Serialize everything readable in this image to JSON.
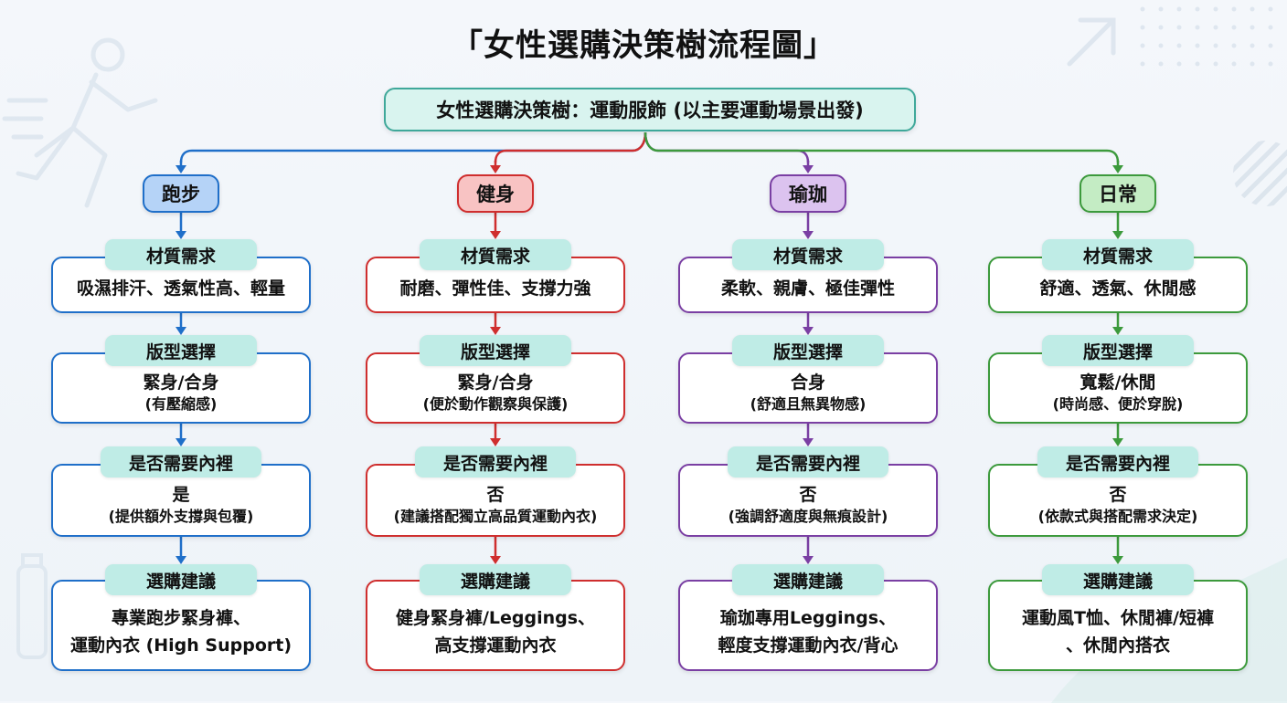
{
  "title": "「女性選購決策樹流程圖」",
  "root": "女性選購決策樹：運動服飾 (以主要運動場景出發)",
  "colors": {
    "running": "#1f6fc9",
    "fitness": "#cf2e2e",
    "yoga": "#7a3fa3",
    "daily": "#3c9a3c",
    "tag_bg": "#bfece6"
  },
  "branches": [
    {
      "name": "跑步",
      "material_label": "材質需求",
      "material": "吸濕排汗、透氣性高、輕量",
      "fit_label": "版型選擇",
      "fit": "緊身/合身",
      "fit_note": "(有壓縮感)",
      "inner_label": "是否需要內裡",
      "inner": "是",
      "inner_note": "(提供額外支撐與包覆)",
      "advice_label": "選購建議",
      "advice_line1": "專業跑步緊身褲、",
      "advice_line2": "運動內衣 (High Support)"
    },
    {
      "name": "健身",
      "material_label": "材質需求",
      "material": "耐磨、彈性佳、支撐力強",
      "fit_label": "版型選擇",
      "fit": "緊身/合身",
      "fit_note": "(便於動作觀察與保護)",
      "inner_label": "是否需要內裡",
      "inner": "否",
      "inner_note": "(建議搭配獨立高品質運動內衣)",
      "advice_label": "選購建議",
      "advice_line1": "健身緊身褲/Leggings、",
      "advice_line2": "高支撐運動內衣"
    },
    {
      "name": "瑜珈",
      "material_label": "材質需求",
      "material": "柔軟、親膚、極佳彈性",
      "fit_label": "版型選擇",
      "fit": "合身",
      "fit_note": "(舒適且無異物感)",
      "inner_label": "是否需要內裡",
      "inner": "否",
      "inner_note": "(強調舒適度與無痕設計)",
      "advice_label": "選購建議",
      "advice_line1": "瑜珈專用Leggings、",
      "advice_line2": "輕度支撐運動內衣/背心"
    },
    {
      "name": "日常",
      "material_label": "材質需求",
      "material": "舒適、透氣、休閒感",
      "fit_label": "版型選擇",
      "fit": "寬鬆/休閒",
      "fit_note": "(時尚感、便於穿脫)",
      "inner_label": "是否需要內裡",
      "inner": "否",
      "inner_note": "(依款式與搭配需求決定)",
      "advice_label": "選購建議",
      "advice_line1": "運動風T恤、休閒褲/短褲",
      "advice_line2": "、休閒內搭衣"
    }
  ]
}
